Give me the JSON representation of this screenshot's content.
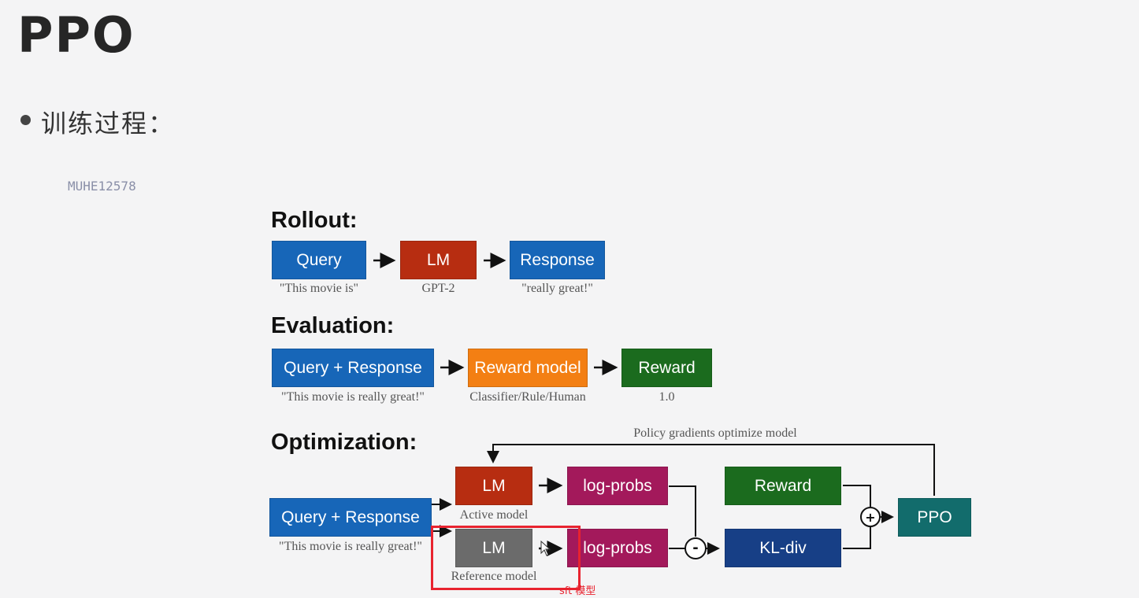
{
  "slide": {
    "title": "PPO",
    "bullet": "训练过程：",
    "watermark": "MUHE12578"
  },
  "colors": {
    "blue": "#1766b8",
    "red": "#b72d11",
    "orange": "#f37f13",
    "green": "#1b6b1e",
    "magenta": "#a3195b",
    "gray": "#6b6b6b",
    "navy": "#173f86",
    "teal": "#126c6c",
    "highlight": "#e8232f"
  },
  "rollout": {
    "heading": "Rollout:",
    "query": {
      "label": "Query",
      "caption": "\"This movie is\""
    },
    "lm": {
      "label": "LM",
      "caption": "GPT-2"
    },
    "response": {
      "label": "Response",
      "caption": "\"really great!\""
    }
  },
  "evaluation": {
    "heading": "Evaluation:",
    "query_response": {
      "label": "Query + Response",
      "caption": "\"This movie is really great!\""
    },
    "reward_model": {
      "label": "Reward model",
      "caption": "Classifier/Rule/Human"
    },
    "reward": {
      "label": "Reward",
      "caption": "1.0"
    }
  },
  "optimization": {
    "heading": "Optimization:",
    "feedback_label": "Policy gradients optimize model",
    "query_response": {
      "label": "Query + Response",
      "caption": "\"This movie is really great!\""
    },
    "active_lm": {
      "label": "LM",
      "caption": "Active model"
    },
    "reference_lm": {
      "label": "LM",
      "caption": "Reference model"
    },
    "log_probs_active": {
      "label": "log-probs"
    },
    "log_probs_reference": {
      "label": "log-probs"
    },
    "minus_op": "-",
    "plus_op": "+",
    "reward": {
      "label": "Reward"
    },
    "kl_div": {
      "label": "KL-div"
    },
    "ppo": {
      "label": "PPO"
    }
  },
  "annotation": {
    "note": "sft 模型"
  }
}
